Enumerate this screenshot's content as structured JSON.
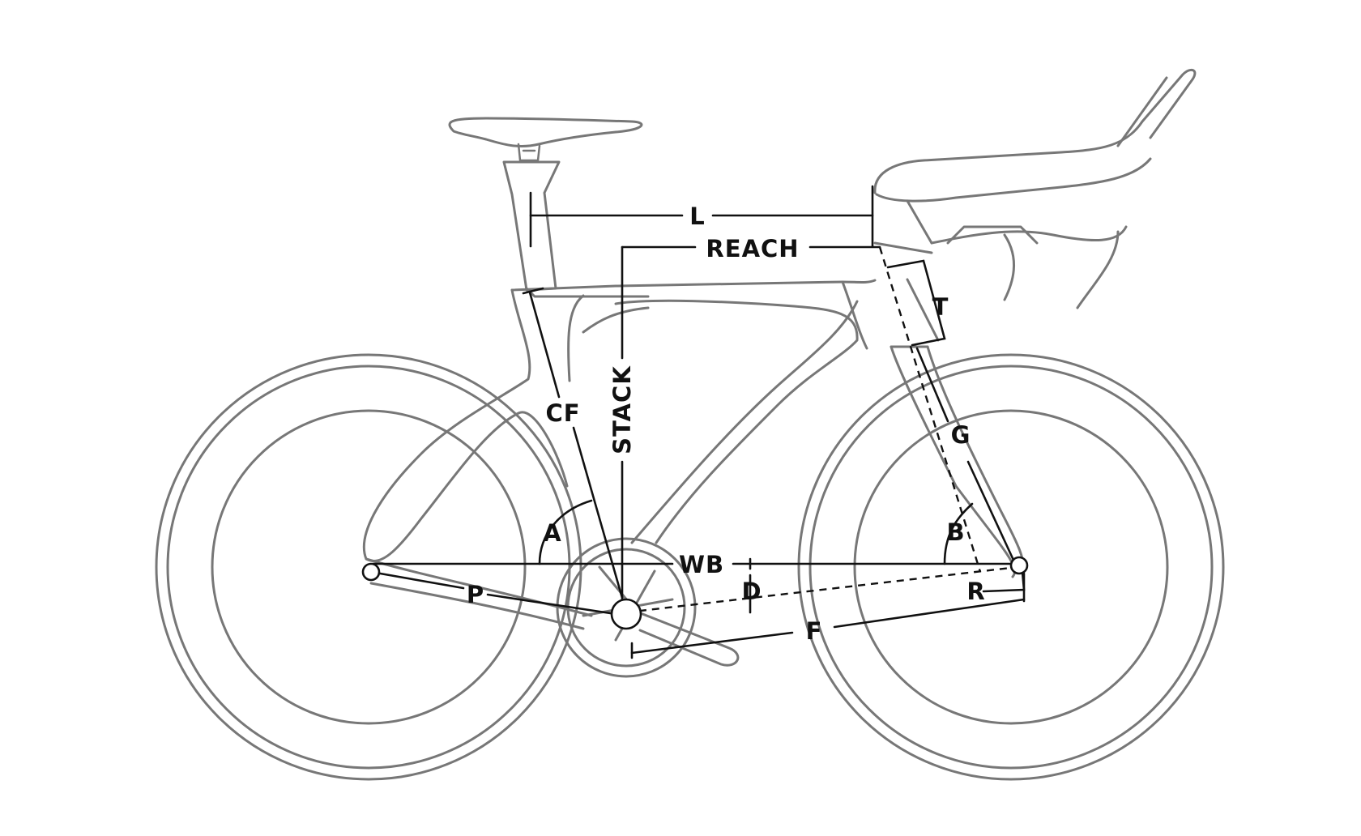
{
  "diagram": {
    "labels": {
      "L": "L",
      "REACH": "REACH",
      "STACK": "STACK",
      "T": "T",
      "CF": "CF",
      "G": "G",
      "A": "A",
      "B": "B",
      "WB": "WB",
      "D": "D",
      "P": "P",
      "R": "R",
      "F": "F"
    }
  }
}
